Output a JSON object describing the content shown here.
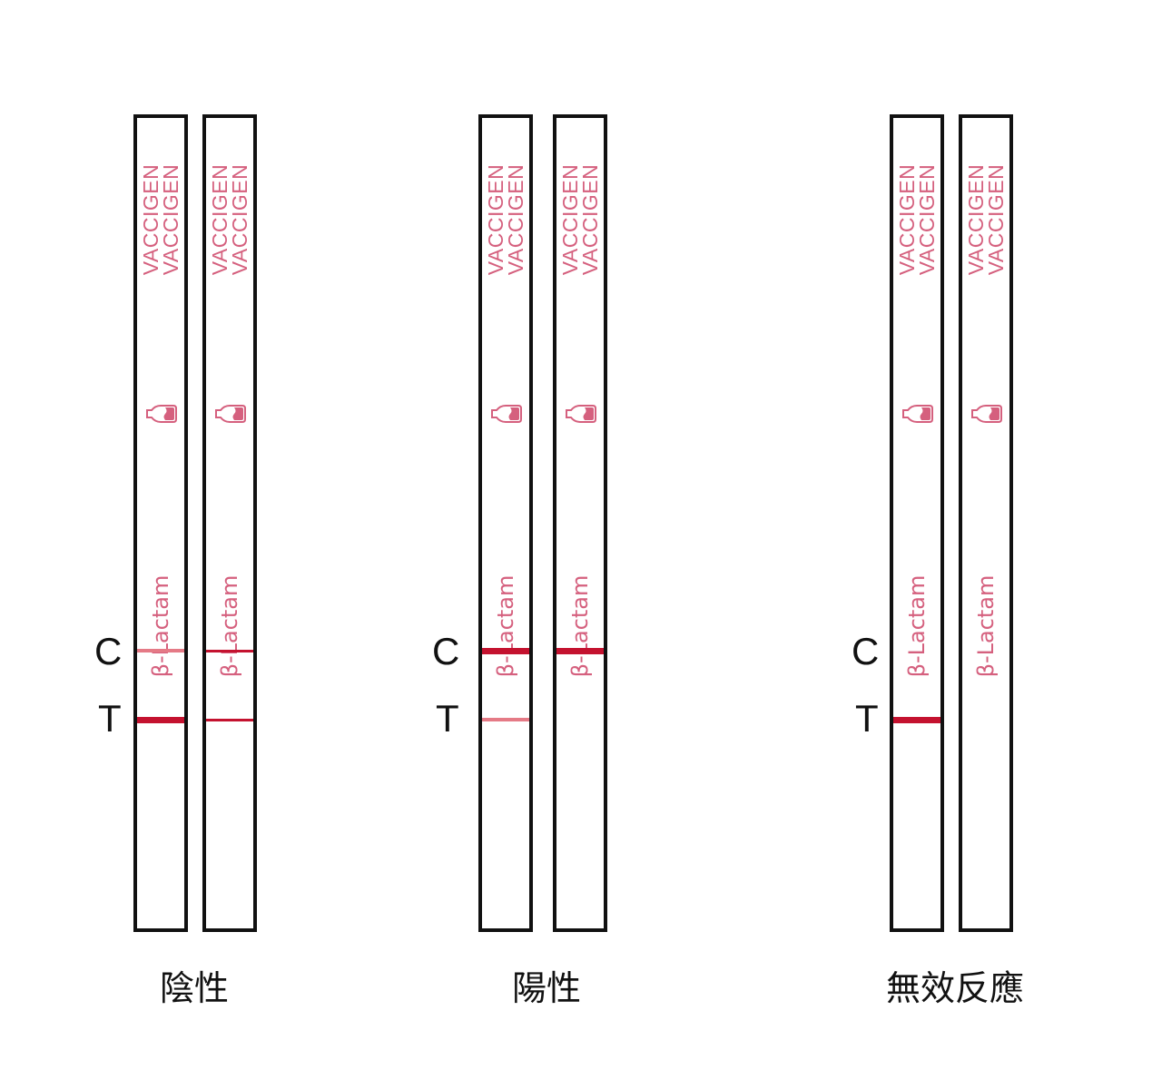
{
  "colors": {
    "strip_border": "#111111",
    "brand_text": "#d5607e",
    "line_strong": "#c4122f",
    "line_faint": "#e57a86"
  },
  "markers": {
    "c": "C",
    "t": "T"
  },
  "strip_labels": {
    "brand_line1": "VACCIGEN",
    "brand_line2": "VACCIGEN",
    "analyte": "β-Lactam",
    "icon": "milk-bottle-icon"
  },
  "groups": [
    {
      "caption": "陰性",
      "strips": [
        {
          "c_line": "faint",
          "t_line": "strong"
        },
        {
          "c_line": "thin",
          "t_line": "thin"
        }
      ]
    },
    {
      "caption": "陽性",
      "strips": [
        {
          "c_line": "strong",
          "t_line": "faint"
        },
        {
          "c_line": "strong",
          "t_line": "none"
        }
      ]
    },
    {
      "caption": "無效反應",
      "strips": [
        {
          "c_line": "none",
          "t_line": "strong"
        },
        {
          "c_line": "none",
          "t_line": "none"
        }
      ]
    }
  ]
}
